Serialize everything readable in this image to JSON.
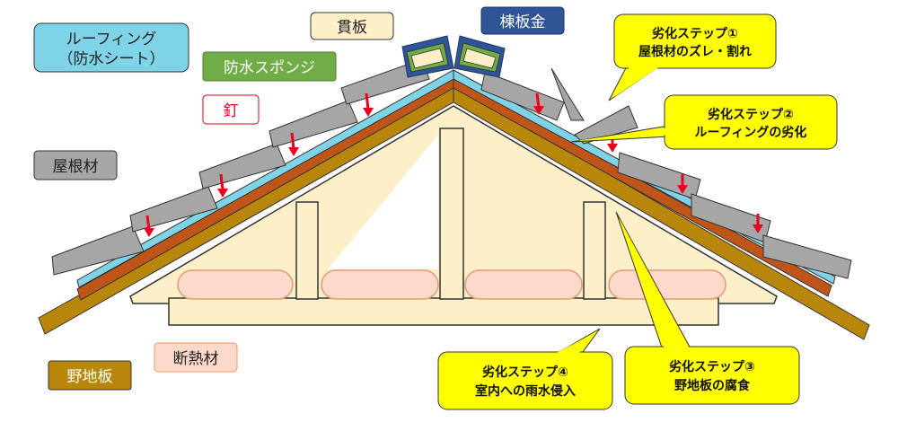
{
  "labels": {
    "roofing_line1": "ルーフィング",
    "roofing_line2": "（防水シート）",
    "nukiita": "貫板",
    "munaitagane": "棟板金",
    "sponge": "防水スポンジ",
    "nail": "釘",
    "roof_material": "屋根材",
    "sheathing": "野地板",
    "insulation": "断熱材"
  },
  "callouts": {
    "step1_title": "劣化ステップ①",
    "step1_text": "屋根材のズレ・割れ",
    "step2_title": "劣化ステップ②",
    "step2_text": "ルーフィングの劣化",
    "step3_title": "劣化ステップ③",
    "step3_text": "野地板の腐食",
    "step4_title": "劣化ステップ④",
    "step4_text": "室内への雨水侵入"
  },
  "colors": {
    "roofing": "#7fd3e6",
    "sheathing": "#b8860b",
    "under_layer": "#c0551a",
    "truss": "#fdf0c8",
    "insulation": "#fcd9c9",
    "sponge_label": "#70ad47",
    "munaitagane_label": "#2f5597",
    "roof_tile": "#a6a6a6",
    "callout": "#ffff00",
    "nail_arrow": "#e8001c"
  }
}
